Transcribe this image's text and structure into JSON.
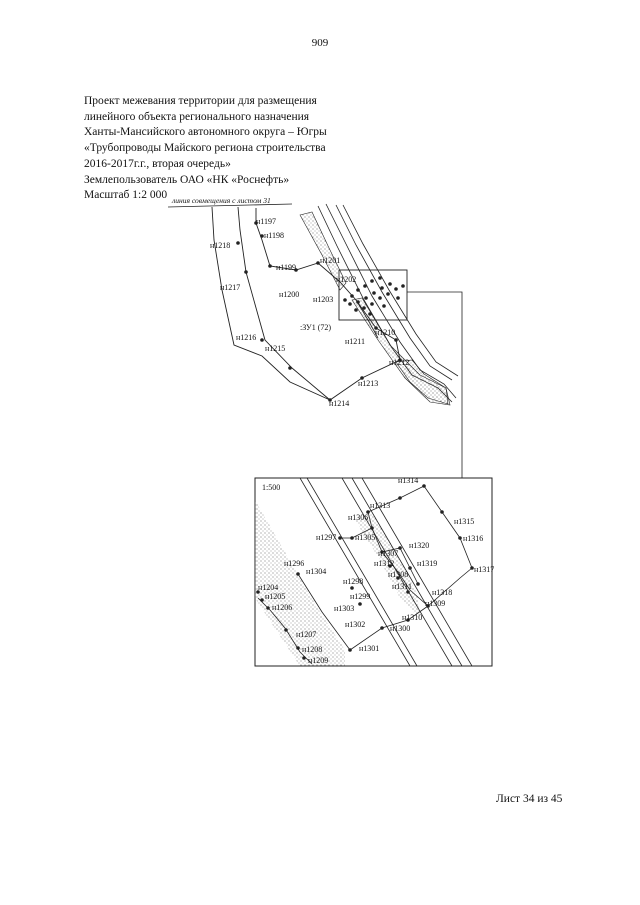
{
  "page_number": "909",
  "header": {
    "line1": "Проект межевания территории для размещения",
    "line2": "линейного объекта регионального назначения",
    "line3": "Ханты-Мансийского автономного округа – Югры",
    "line4": "«Трубопроводы Майского региона строительства",
    "line5": "2016-2017г.г., вторая очередь»",
    "line6": "Землепользователь ОАО «НК «Роснефть»",
    "line7": "Масштаб 1:2 000"
  },
  "main_map": {
    "join_note": "линия совмещения с листом 31",
    "parcel_label": ":ЗУ1 (72)",
    "points": {
      "p1197": "н1197",
      "p1198": "н1198",
      "p1199": "н1199",
      "p1200": "н1200",
      "p1201": "н1201",
      "p1202": "н1202",
      "p1203": "н1203",
      "p1210": "н1210",
      "p1211": "н1211",
      "p1212": "н1212",
      "p1213": "н1213",
      "p1214": "н1214",
      "p1215": "н1215",
      "p1216": "н1216",
      "p1217": "н1217",
      "p1218": "н1218"
    }
  },
  "inset_map": {
    "scale": "1:500",
    "points": {
      "p1296": "н1296",
      "p1297": "н1297",
      "p1298": "н1298",
      "p1299": "н1299",
      "p1300": "н1300",
      "p1301": "н1301",
      "p1302": "н1302",
      "p1303": "н1303",
      "p1304": "н1304",
      "p1305": "н1305",
      "p1306": "н1306",
      "p1307": "н1307",
      "p1308": "н1308",
      "p1309": "н1309",
      "p1310": "н1310",
      "p1311": "н1311",
      "p1312": "н1312",
      "p1313": "н1313",
      "p1314": "н1314",
      "p1315": "н1315",
      "p1316": "н1316",
      "p1317": "н1317",
      "p1318": "н1318",
      "p1319": "н1319",
      "p1320": "н1320",
      "p1204": "н1204",
      "p1205": "н1205",
      "p1206": "н1206",
      "p1207": "н1207",
      "p1208": "н1208",
      "p1209": "н1209"
    }
  },
  "footer": {
    "sheet": "Лист 34 из 45"
  }
}
